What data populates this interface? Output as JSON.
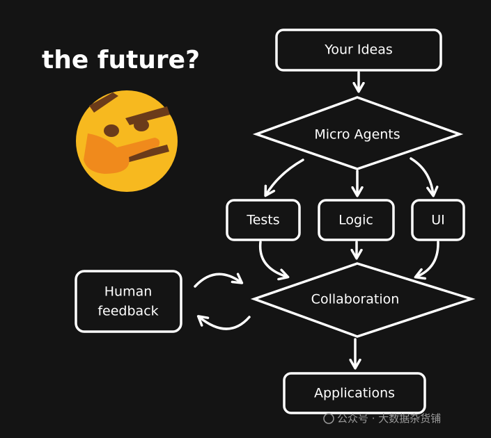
{
  "title": "the future?",
  "emoji": {
    "name": "thinking-face-emoji",
    "face_color": "#f7b91f",
    "hand_color": "#f08a1c",
    "brow_color": "#6b3b1a"
  },
  "nodes": {
    "your_ideas": "Your Ideas",
    "micro_agents": "Micro Agents",
    "tests": "Tests",
    "logic": "Logic",
    "ui": "UI",
    "collaboration": "Collaboration",
    "human_feedback_line1": "Human",
    "human_feedback_line2": "feedback",
    "applications": "Applications"
  },
  "watermark": "公众号 · 大数据杂货铺",
  "colors": {
    "background": "#141414",
    "stroke": "#ffffff"
  }
}
